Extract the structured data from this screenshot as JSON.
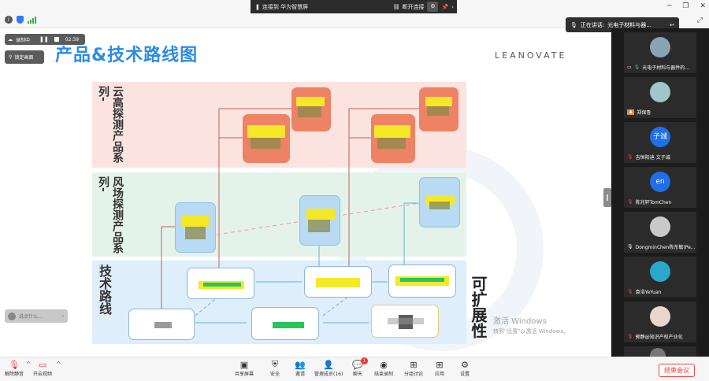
{
  "topbar": {
    "share_label": "连接到 华为智慧屏",
    "new_share_label": "断开连接",
    "controls": {
      "minimize": "─",
      "restore": "❐",
      "close": "✕"
    },
    "expand_icon": "⤢"
  },
  "recording": {
    "label": "录制中",
    "time": "02:39"
  },
  "pin_label": "锁定画面",
  "chat_placeholder": "说点什么...",
  "speaker": {
    "prefix": "正在讲话:",
    "name": "光电子材料与器..."
  },
  "slide": {
    "title": "产品&技术路线图",
    "brand": "LEANOVATE",
    "bands": {
      "red": "云高探测产品系列-",
      "green": "风场探测产品系列-",
      "blue": "技术路线"
    },
    "side_label": "可扩展性"
  },
  "watermark": {
    "line1": "激活 Windows",
    "line2": "转到\"设置\"以激活 Windows。"
  },
  "participants": [
    {
      "name": "光电子材料与器件的...",
      "avatar_text": "",
      "avatar_color": "#8aa3b5"
    },
    {
      "name": "郑保鲁",
      "avatar_text": "",
      "avatar_color": "#9fc7c7"
    },
    {
      "name": "吉恒阳迪-文子诚",
      "avatar_text": "子诚",
      "avatar_color": "#1e6fe8"
    },
    {
      "name": "陈兆轩TomChen",
      "avatar_text": "en",
      "avatar_color": "#1e6fe8"
    },
    {
      "name": "DongminChen陈东敏(Pe...",
      "avatar_text": "",
      "avatar_color": "#c9c9c9"
    },
    {
      "name": "袁浩YeYuan",
      "avatar_text": "",
      "avatar_color": "#2aa8c9"
    },
    {
      "name": "郭静@知识产权产业化",
      "avatar_text": "",
      "avatar_color": "#e8d6cf"
    },
    {
      "name": "",
      "avatar_text": "",
      "avatar_color": "#777777"
    }
  ],
  "toolbar": {
    "mute": "解除静音",
    "video": "开启视频",
    "share": "共享屏幕",
    "security": "安全",
    "invite": "邀请",
    "members": "管理成员(16)",
    "chat": "聊天",
    "chat_badge": "1",
    "record": "结束录制",
    "breakout": "分组讨论",
    "apps": "应用",
    "settings": "设置",
    "end": "结束会议"
  },
  "colors": {
    "title_blue": "#2d8be6",
    "band_red": "#fbe3df",
    "band_green": "#e3f3ea",
    "band_blue": "#deeefa",
    "node_red": "#ee8264",
    "end_red": "#e33333"
  }
}
